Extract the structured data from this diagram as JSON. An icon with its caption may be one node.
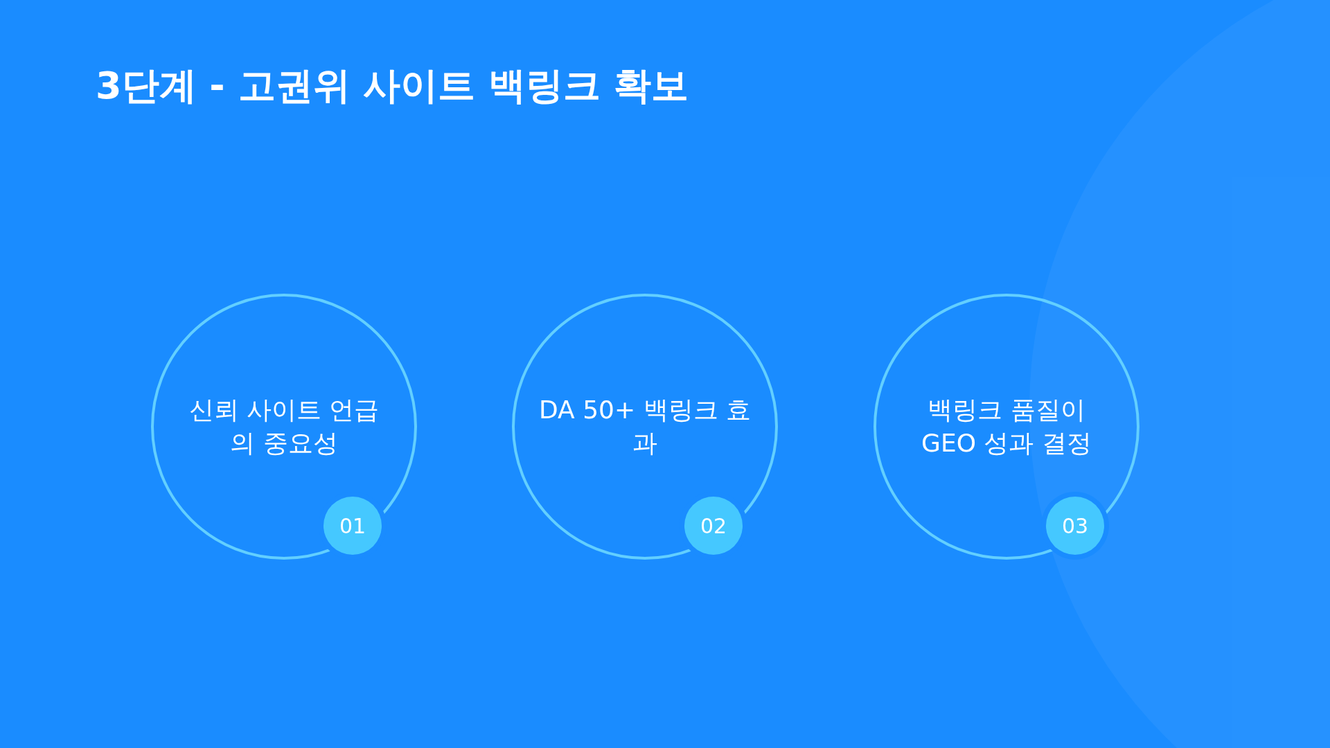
{
  "diagram": {
    "title": "3단계 - 고권위 사이트 백링크 확보",
    "nodes": [
      {
        "text": [
          "신뢰 사이트 언급의 중요성"
        ]
      },
      {
        "text": [
          "01"
        ],
        "in": 0
      },
      {
        "text": [
          "DA 50+ 백링크 효과"
        ]
      },
      {
        "text": [
          "02"
        ],
        "in": 2
      },
      {
        "text": [
          "백링크 품질이 GEO 성과 결정"
        ]
      },
      {
        "text": [
          "03"
        ],
        "in": 4
      }
    ]
  }
}
